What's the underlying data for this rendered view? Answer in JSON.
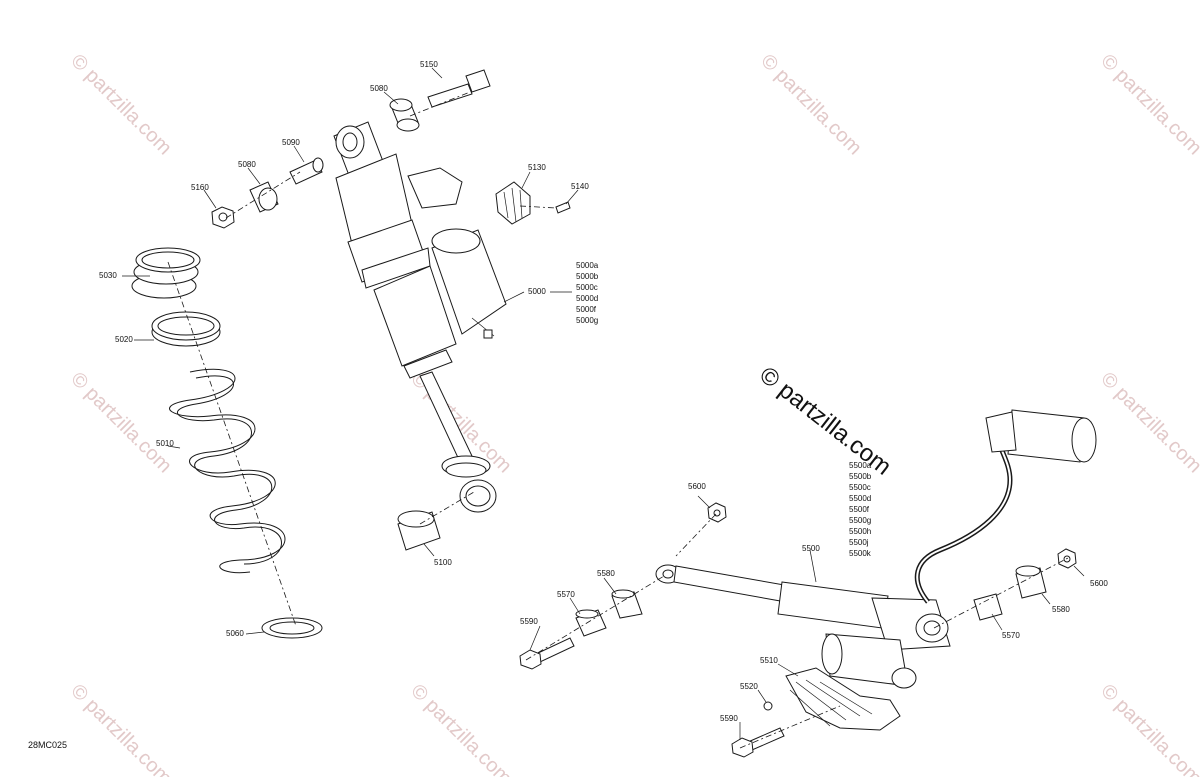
{
  "diagram_code": "28MC025",
  "watermark": "© partzilla.com",
  "center_watermark": "© partzilla.com",
  "callouts": {
    "c5150": "5150",
    "c5080a": "5080",
    "c5090": "5090",
    "c5080b": "5080",
    "c5160": "5160",
    "c5130": "5130",
    "c5140": "5140",
    "c5030": "5030",
    "c5020": "5020",
    "c5010": "5010",
    "c5060": "5060",
    "c5000": "5000",
    "c5100": "5100",
    "c5600a": "5600",
    "c5580a": "5580",
    "c5570a": "5570",
    "c5590a": "5590",
    "c5500": "5500",
    "c5600b": "5600",
    "c5580b": "5580",
    "c5570b": "5570",
    "c5510": "5510",
    "c5520": "5520",
    "c5590b": "5590"
  },
  "variants_5000": [
    "5000a",
    "5000b",
    "5000c",
    "5000d",
    "5000f",
    "5000g"
  ],
  "variants_5500": [
    "5500a",
    "5500b",
    "5500c",
    "5500d",
    "5500f",
    "5500g",
    "5500h",
    "5500j",
    "5500k"
  ]
}
